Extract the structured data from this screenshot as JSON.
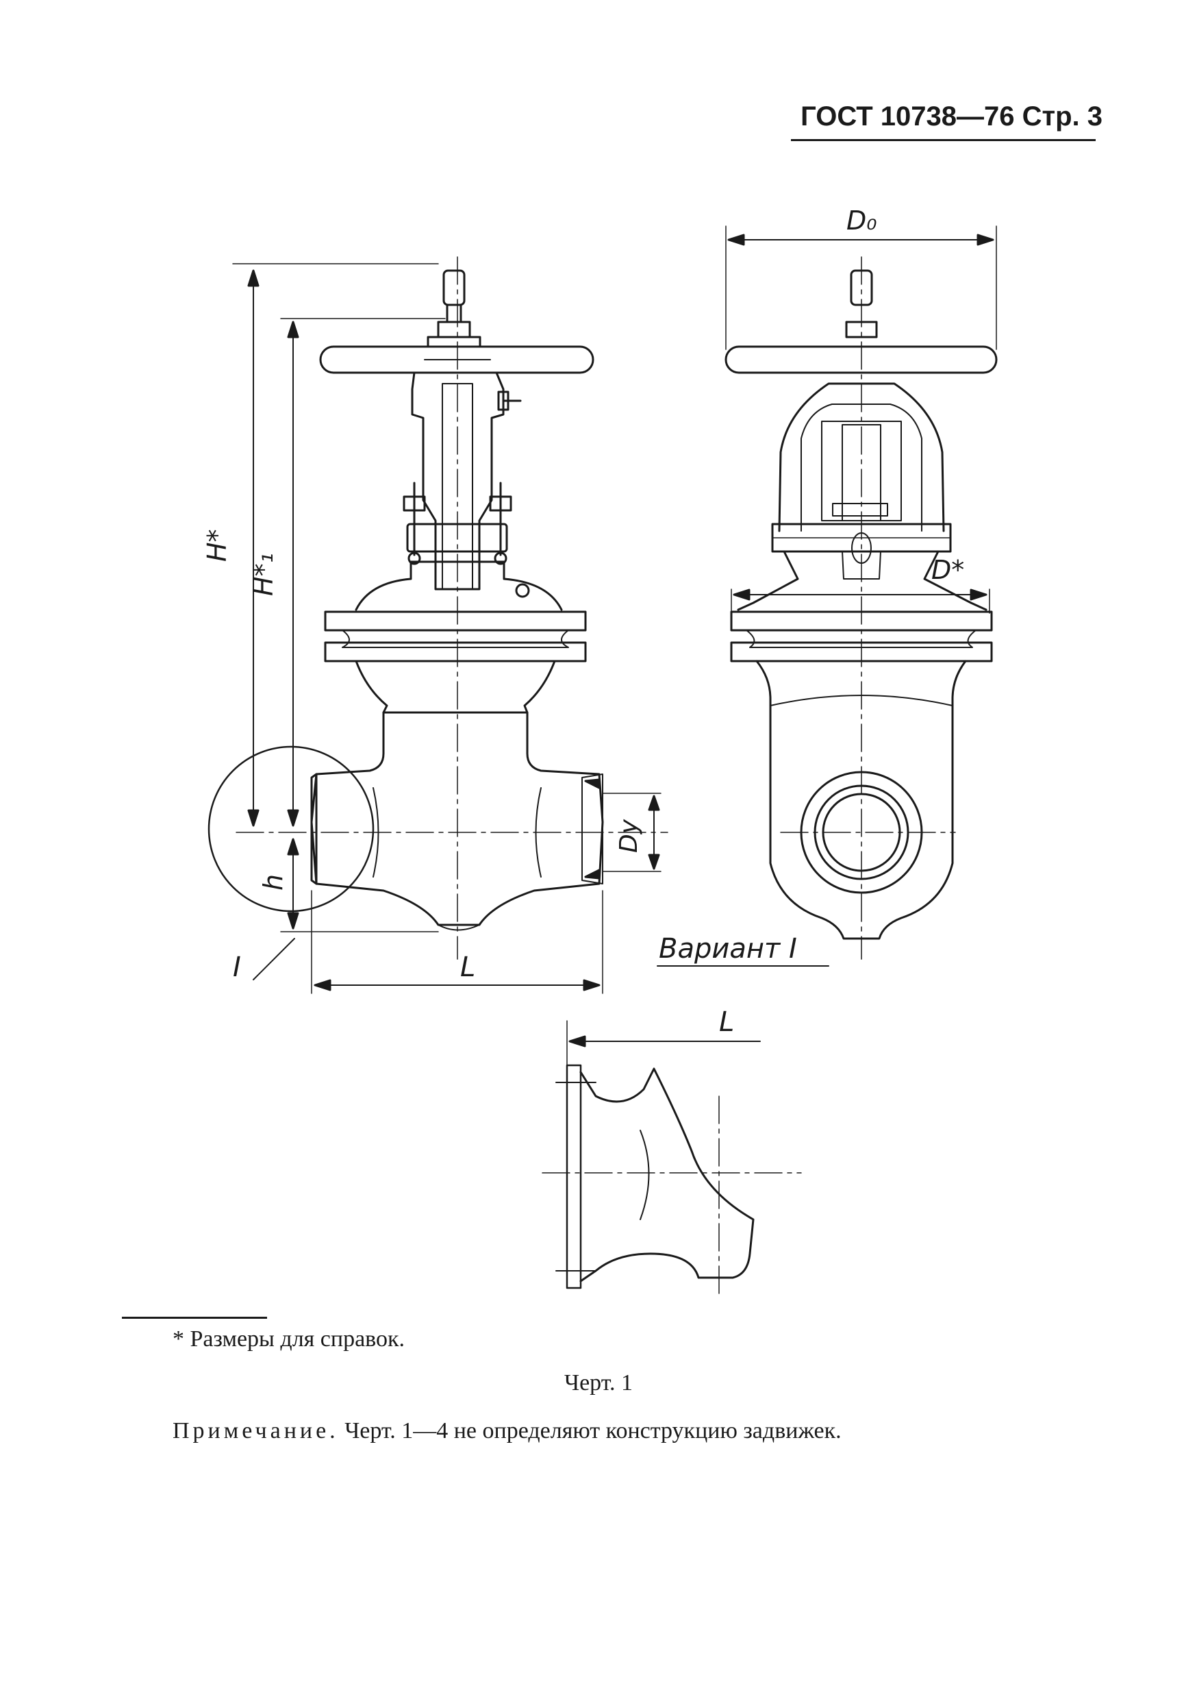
{
  "header": {
    "gost_number": "ГОСТ 10738—76",
    "page_label": "Стр. 3"
  },
  "drawing": {
    "labels": {
      "H_star": "H*",
      "H1_star": "H*₁",
      "h": "h",
      "L": "L",
      "Dy": "Dу",
      "D0": "D₀",
      "D_star": "D*",
      "detail_mark": "I",
      "variant": "Вариант I",
      "detail_L": "L"
    }
  },
  "footnote": "* Размеры для справок.",
  "figure_caption": "Черт. 1",
  "note": {
    "lead": "Примечание.",
    "text": "Черт. 1—4 не определяют конструкцию задвижек."
  }
}
